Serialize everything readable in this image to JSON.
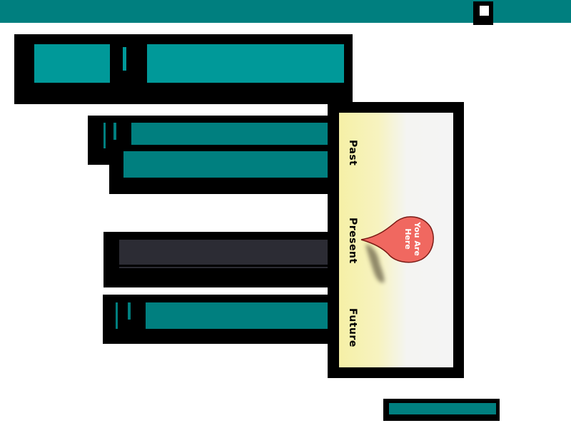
{
  "timeline": {
    "past_label": "Past",
    "present_label": "Present",
    "future_label": "Future",
    "marker_line1": "You Are",
    "marker_line2": "Here"
  },
  "colors": {
    "teal": "#009999",
    "teal_dark": "#007f7f",
    "marker": "#f06860",
    "timeline_yellow": "#f6f0a6"
  },
  "icons": {
    "location_marker": "location-pin-icon"
  }
}
